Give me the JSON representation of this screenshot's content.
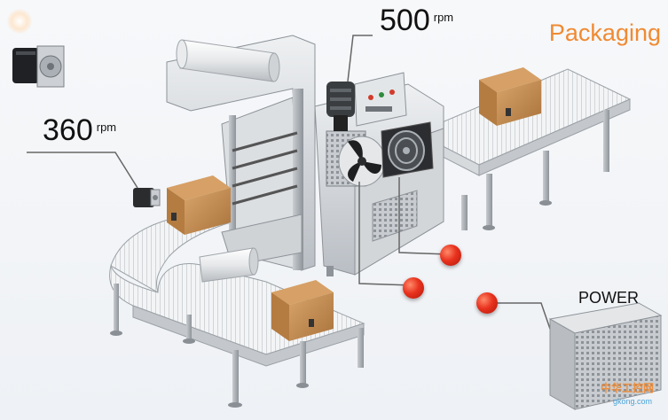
{
  "title": "Packaging",
  "motor_top": {
    "value": "500",
    "unit": "rpm"
  },
  "motor_left": {
    "value": "360",
    "unit": "rpm"
  },
  "power_label": "POWER",
  "watermark": {
    "line1": "中华工控网",
    "line2": "gkong.com"
  },
  "colors": {
    "accent": "#f08a32",
    "hotspot": "#e8321e"
  },
  "hotspots": [
    {
      "name": "hotspot-fan"
    },
    {
      "name": "hotspot-heater"
    },
    {
      "name": "hotspot-power"
    }
  ]
}
